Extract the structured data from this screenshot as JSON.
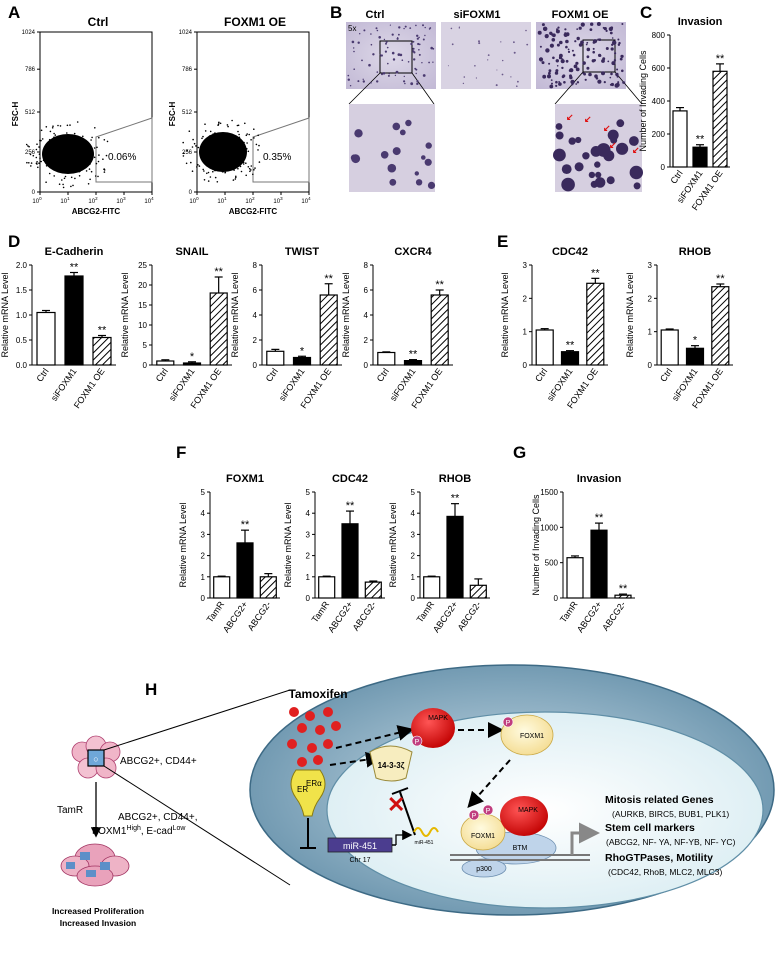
{
  "panel_letters": {
    "A": "A",
    "B": "B",
    "C": "C",
    "D": "D",
    "E": "E",
    "F": "F",
    "G": "G",
    "H": "H"
  },
  "panelA": {
    "plots": [
      {
        "title": "Ctrl",
        "ylabel": "FSC-H",
        "xlabel": "ABCG2-FITC",
        "gate_value": "0.06%"
      },
      {
        "title": "FOXM1 OE",
        "ylabel": "FSC-H",
        "xlabel": "ABCG2-FITC",
        "gate_value": "0.35%"
      }
    ],
    "y_ticks": [
      "1024",
      "786",
      "512",
      "256",
      "0"
    ],
    "x_ticks": [
      "10",
      "10",
      "10",
      "10",
      "10"
    ],
    "x_exps": [
      "0",
      "1",
      "2",
      "3",
      "4"
    ]
  },
  "panelB": {
    "labels": [
      "Ctrl",
      "siFOXM1",
      "FOXM1 OE"
    ],
    "mag": "5x"
  },
  "chart_data": [
    {
      "id": "C",
      "type": "bar",
      "title": "Invasion",
      "ylabel": "Number of Invading Cells",
      "categories": [
        "Ctrl",
        "siFOXM1",
        "FOXM1 OE"
      ],
      "values": [
        340,
        120,
        580
      ],
      "errors": [
        20,
        15,
        45
      ],
      "sig": [
        "",
        "**",
        "**"
      ],
      "ylim": [
        0,
        800
      ],
      "yticks": [
        0,
        200,
        400,
        600,
        800
      ],
      "fills": [
        "white",
        "black",
        "hatch"
      ]
    },
    {
      "id": "D1",
      "type": "bar",
      "title": "E-Cadherin",
      "ylabel": "Relative mRNA Level",
      "categories": [
        "Ctrl",
        "siFOXM1",
        "FOXM1 OE"
      ],
      "values": [
        1.05,
        1.78,
        0.55
      ],
      "errors": [
        0.04,
        0.07,
        0.04
      ],
      "sig": [
        "",
        "**",
        "**"
      ],
      "ylim": [
        0,
        2
      ],
      "yticks": [
        0,
        0.5,
        1,
        1.5,
        2
      ],
      "yticklabels": [
        "0.0",
        "0.5",
        "1.0",
        "1.5",
        "2.0"
      ],
      "fills": [
        "white",
        "black",
        "hatch"
      ]
    },
    {
      "id": "D2",
      "type": "bar",
      "title": "SNAIL",
      "ylabel": "Relative mRNA Level",
      "categories": [
        "Ctrl",
        "siFOXM1",
        "FOXM1 OE"
      ],
      "values": [
        1,
        0.5,
        18
      ],
      "errors": [
        0.3,
        0.3,
        4
      ],
      "sig": [
        "",
        "*",
        "**"
      ],
      "ylim": [
        0,
        25
      ],
      "yticks": [
        0,
        5,
        10,
        15,
        20,
        25
      ],
      "fills": [
        "white",
        "black",
        "hatch"
      ]
    },
    {
      "id": "D3",
      "type": "bar",
      "title": "TWIST",
      "ylabel": "Relative mRNA Level",
      "categories": [
        "Ctrl",
        "siFOXM1",
        "FOXM1 OE"
      ],
      "values": [
        1.1,
        0.6,
        5.6
      ],
      "errors": [
        0.15,
        0.1,
        0.9
      ],
      "sig": [
        "",
        "*",
        "**"
      ],
      "ylim": [
        0,
        8
      ],
      "yticks": [
        0,
        2,
        4,
        6,
        8
      ],
      "fills": [
        "white",
        "black",
        "hatch"
      ]
    },
    {
      "id": "D4",
      "type": "bar",
      "title": "CXCR4",
      "ylabel": "Relative mRNA Level",
      "categories": [
        "Ctrl",
        "siFOXM1",
        "FOXM1 OE"
      ],
      "values": [
        1,
        0.35,
        5.6
      ],
      "errors": [
        0.05,
        0.08,
        0.4
      ],
      "sig": [
        "",
        "**",
        "**"
      ],
      "ylim": [
        0,
        8
      ],
      "yticks": [
        0,
        2,
        4,
        6,
        8
      ],
      "fills": [
        "white",
        "black",
        "hatch"
      ]
    },
    {
      "id": "E1",
      "type": "bar",
      "title": "CDC42",
      "ylabel": "Relative mRNA Level",
      "categories": [
        "Ctrl",
        "siFOXM1",
        "FOXM1 OE"
      ],
      "values": [
        1.05,
        0.4,
        2.45
      ],
      "errors": [
        0.04,
        0.03,
        0.15
      ],
      "sig": [
        "",
        "**",
        "**"
      ],
      "ylim": [
        0,
        3
      ],
      "yticks": [
        0,
        1,
        2,
        3
      ],
      "fills": [
        "white",
        "black",
        "hatch"
      ]
    },
    {
      "id": "E2",
      "type": "bar",
      "title": "RHOB",
      "ylabel": "Relative mRNA Level",
      "categories": [
        "Ctrl",
        "siFOXM1",
        "FOXM1 OE"
      ],
      "values": [
        1.05,
        0.5,
        2.35
      ],
      "errors": [
        0.03,
        0.08,
        0.08
      ],
      "sig": [
        "",
        "*",
        "**"
      ],
      "ylim": [
        0,
        3
      ],
      "yticks": [
        0,
        1,
        2,
        3
      ],
      "fills": [
        "white",
        "black",
        "hatch"
      ]
    },
    {
      "id": "F1",
      "type": "bar",
      "title": "FOXM1",
      "ylabel": "Relative mRNA Level",
      "categories": [
        "TamR",
        "ABCG2+",
        "ABCG2-"
      ],
      "values": [
        1,
        2.6,
        1
      ],
      "errors": [
        0.03,
        0.6,
        0.15
      ],
      "sig": [
        "",
        "**",
        ""
      ],
      "ylim": [
        0,
        5
      ],
      "yticks": [
        0,
        1,
        2,
        3,
        4,
        5
      ],
      "fills": [
        "white",
        "black",
        "hatch"
      ]
    },
    {
      "id": "F2",
      "type": "bar",
      "title": "CDC42",
      "ylabel": "Relative mRNA Level",
      "categories": [
        "TamR",
        "ABCG2+",
        "ABCG2-"
      ],
      "values": [
        1,
        3.5,
        0.75
      ],
      "errors": [
        0.03,
        0.6,
        0.05
      ],
      "sig": [
        "",
        "**",
        ""
      ],
      "ylim": [
        0,
        5
      ],
      "yticks": [
        0,
        1,
        2,
        3,
        4,
        5
      ],
      "fills": [
        "white",
        "black",
        "hatch"
      ]
    },
    {
      "id": "F3",
      "type": "bar",
      "title": "RHOB",
      "ylabel": "Relative mRNA Level",
      "categories": [
        "TamR",
        "ABCG2+",
        "ABCG2-"
      ],
      "values": [
        1,
        3.85,
        0.6
      ],
      "errors": [
        0.03,
        0.6,
        0.3
      ],
      "sig": [
        "",
        "**",
        ""
      ],
      "ylim": [
        0,
        5
      ],
      "yticks": [
        0,
        1,
        2,
        3,
        4,
        5
      ],
      "fills": [
        "white",
        "black",
        "hatch"
      ]
    },
    {
      "id": "G",
      "type": "bar",
      "title": "Invasion",
      "ylabel": "Number of Invading Cells",
      "categories": [
        "TamR",
        "ABCG2+",
        "ABCG2-"
      ],
      "values": [
        570,
        960,
        40
      ],
      "errors": [
        25,
        100,
        15
      ],
      "sig": [
        "",
        "**",
        "**"
      ],
      "ylim": [
        0,
        1500
      ],
      "yticks": [
        0,
        500,
        1000,
        1500
      ],
      "fills": [
        "white",
        "black",
        "hatch"
      ]
    }
  ],
  "panelH": {
    "tamoxifen": "Tamoxifen",
    "cell_label": "ABCG2+, CD44+",
    "tamr": "TamR",
    "tamr_desc1": "ABCG2+, CD44+,",
    "tamr_desc2_a": "FOXM1",
    "tamr_desc2_sup1": "High",
    "tamr_desc2_b": ", E-cad",
    "tamr_desc2_sup2": "Low",
    "bottom1": "Increased Proliferation",
    "bottom2": "Increased Invasion",
    "er": "ER",
    "era": "ERα",
    "p1433": "14-3-3ζ",
    "mapk": "MAPK",
    "foxm1": "FOXM1",
    "p": "P",
    "mir451": "miR-451",
    "chr17": "Chr 17",
    "mir451_small": "miR-451",
    "btm": "BTM",
    "p300": "p300",
    "genes1_title": "Mitosis related Genes",
    "genes1_list": "(AURKB, BIRC5, BUB1, PLK1)",
    "genes2_title": "Stem cell markers",
    "genes2_list": "(ABCG2, NF- YA, NF-YB, NF- YC)",
    "genes3_title": "RhoGTPases, Motility",
    "genes3_list": "(CDC42, RhoB, MLC2, MLC3)"
  }
}
